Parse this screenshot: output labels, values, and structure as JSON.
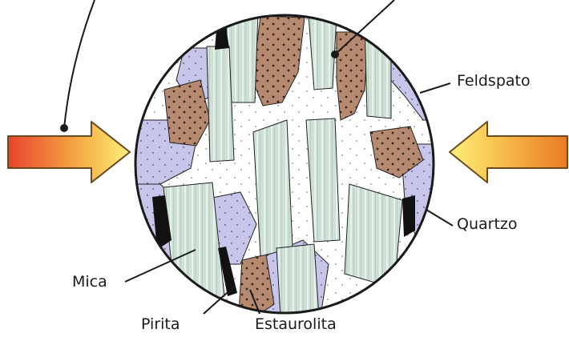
{
  "labels": {
    "feldspato": "Feldspato",
    "quartzo": "Quartzo",
    "mica": "Mica",
    "pirita": "Pirita",
    "estaurolita": "Estaurolita"
  },
  "colors": {
    "quartz": "#ffffff",
    "feldspar": "#c7c6ea",
    "mica": "#cfe0d7",
    "staurolite": "#b58a70",
    "pyrite": "#111111",
    "arrow_left_outer": "#e63e2a",
    "arrow_right_outer": "#ea7a25",
    "arrow_inner": "#ffe97a"
  }
}
